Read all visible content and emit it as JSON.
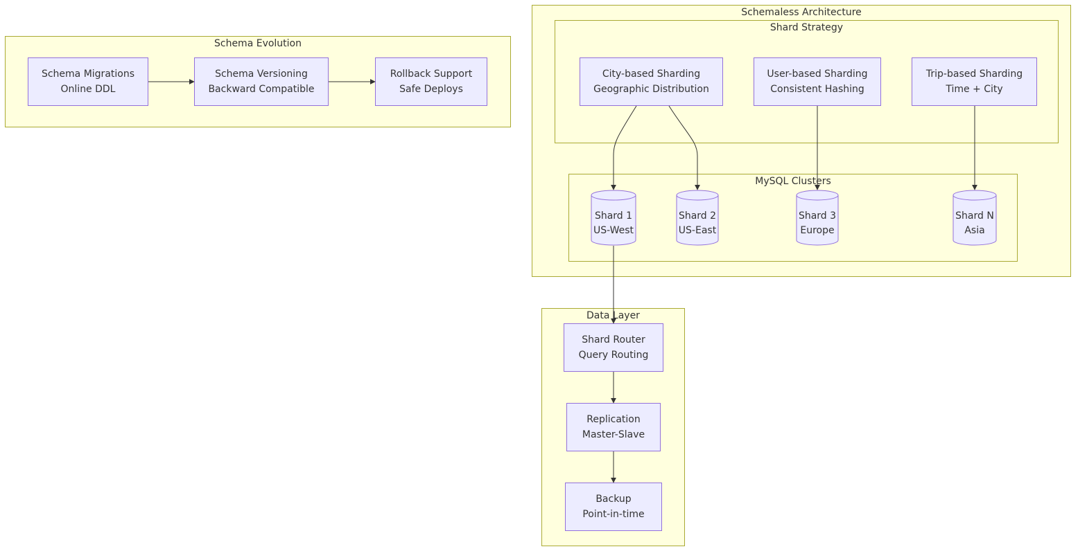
{
  "clusters": {
    "schema_evolution": "Schema Evolution",
    "schemaless_architecture": "Schemaless Architecture",
    "shard_strategy": "Shard Strategy",
    "mysql_clusters": "MySQL Clusters",
    "data_layer": "Data Layer"
  },
  "nodes": {
    "schema_migrations": [
      "Schema Migrations",
      "Online DDL"
    ],
    "schema_versioning": [
      "Schema Versioning",
      "Backward Compatible"
    ],
    "rollback_support": [
      "Rollback Support",
      "Safe Deploys"
    ],
    "city_sharding": [
      "City-based Sharding",
      "Geographic Distribution"
    ],
    "user_sharding": [
      "User-based Sharding",
      "Consistent Hashing"
    ],
    "trip_sharding": [
      "Trip-based Sharding",
      "Time + City"
    ],
    "shard1": [
      "Shard 1",
      "US-West"
    ],
    "shard2": [
      "Shard 2",
      "US-East"
    ],
    "shard3": [
      "Shard 3",
      "Europe"
    ],
    "shardN": [
      "Shard N",
      "Asia"
    ],
    "shard_router": [
      "Shard Router",
      "Query Routing"
    ],
    "replication": [
      "Replication",
      "Master-Slave"
    ],
    "backup": [
      "Backup",
      "Point-in-time"
    ]
  },
  "edges": [
    {
      "from": "schema_migrations",
      "to": "schema_versioning"
    },
    {
      "from": "schema_versioning",
      "to": "rollback_support"
    },
    {
      "from": "city_sharding",
      "to": "shard1"
    },
    {
      "from": "city_sharding",
      "to": "shard2"
    },
    {
      "from": "user_sharding",
      "to": "shard3"
    },
    {
      "from": "trip_sharding",
      "to": "shardN"
    },
    {
      "from": "shard1",
      "to": "shard_router"
    },
    {
      "from": "shard_router",
      "to": "replication"
    },
    {
      "from": "replication",
      "to": "backup"
    }
  ],
  "colors": {
    "cluster_fill": "#ffffde",
    "cluster_border": "#aaaa33",
    "node_fill": "#ececff",
    "node_border": "#9370db",
    "edge": "#333333"
  }
}
